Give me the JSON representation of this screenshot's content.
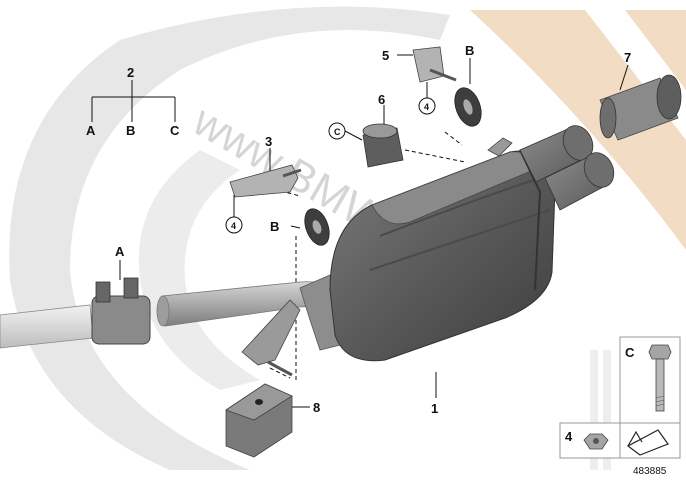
{
  "callouts": {
    "c1": "1",
    "c2": "2",
    "c3": "3",
    "c4a": "4",
    "c4b": "4",
    "c5": "5",
    "c6": "6",
    "c7": "7",
    "c8": "8",
    "cA_top": "A",
    "cB_top": "B",
    "cC_top": "C",
    "cA_clamp": "A",
    "cB_upper": "B",
    "cB_lower": "B",
    "cC_circle": "C"
  },
  "legend": {
    "c_label": "C",
    "four_label": "4"
  },
  "watermark": "www.BMWstore.pl",
  "doc_number": "483885",
  "colors": {
    "accent_beige": "#f2dcc3",
    "gray_swirl": "#e7e7e7",
    "part_dark": "#585858",
    "part_mid": "#7a7a7a",
    "part_light": "#b3b3b3"
  }
}
